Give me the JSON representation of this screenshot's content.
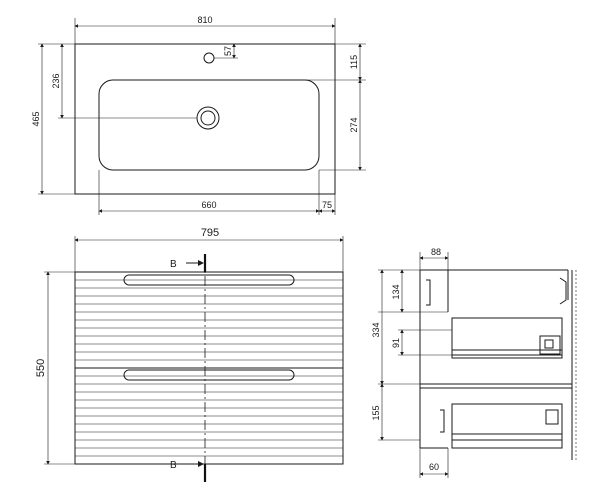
{
  "top_view": {
    "width": "810",
    "depth": "465",
    "tap_hole": "57",
    "back_offset": "115",
    "bowl_offset": "236",
    "bowl_depth": "274",
    "bowl_width": "660",
    "side_offset": "75"
  },
  "front_view": {
    "width": "795",
    "height": "550",
    "section_top": "B",
    "section_bottom": "B"
  },
  "section_view": {
    "top_depth": "88",
    "upper_gap": "134",
    "drawer_height": "334",
    "drawer_inner": "91",
    "lower_gap": "155",
    "bottom_offset": "60"
  }
}
